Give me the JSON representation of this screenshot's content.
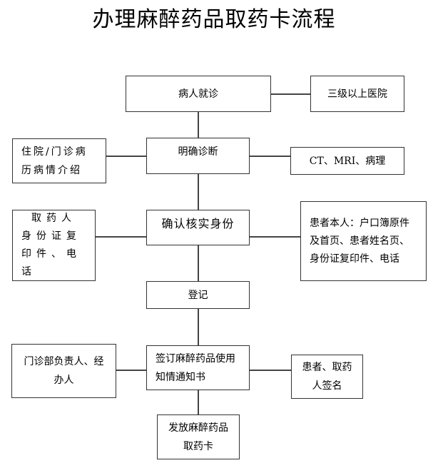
{
  "title": "办理麻醉药品取药卡流程",
  "nodes": {
    "patient_visit": "病人就诊",
    "hospital_level": "三级以上医院",
    "diagnosis": "明确诊断",
    "medical_history": "住院/门诊病历病情介绍",
    "exams": "CT、MRI、病理",
    "verify_identity": "确认核实身份",
    "agent_documents": "取药人身份证复印件、电话",
    "patient_documents": "患者本人：户口簿原件及首页、患者姓名页、身份证复印件、电话",
    "register": "登记",
    "sign_consent": "签订麻醉药品使用知情通知书",
    "outpatient_staff": "门诊部负责人、经办人",
    "signatures": "患者、取药人签名",
    "issue_card": "发放麻醉药品取药卡"
  }
}
